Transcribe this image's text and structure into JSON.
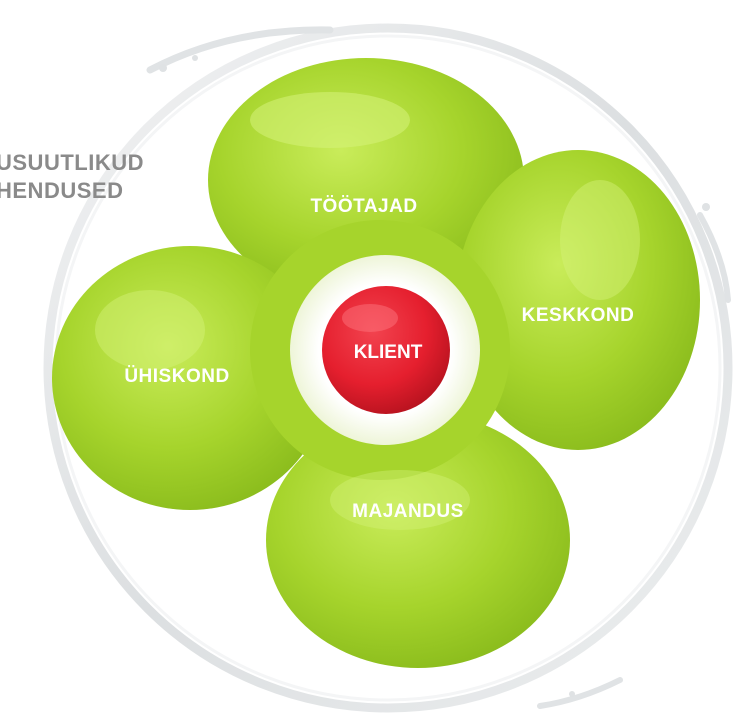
{
  "corner_label": {
    "line1": "USUUTLIKUD",
    "line2": "HENDUSED"
  },
  "center": {
    "label": "KLIENT",
    "color": "#e51f2e"
  },
  "petals": {
    "top": "TÖÖTAJAD",
    "right": "KESKKOND",
    "bottom": "MAJANDUS",
    "left": "ÜHISKOND"
  },
  "colors": {
    "petal": "#a6d42c",
    "petal_highlight": "#c9ec5a",
    "ring": "#e3e6e7"
  }
}
